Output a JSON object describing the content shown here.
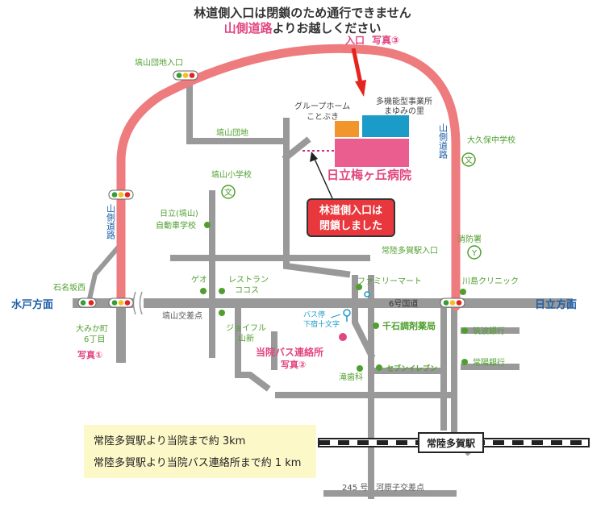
{
  "header": {
    "line1": "林道側入口は閉鎖のため通行できません",
    "line2_highlight": "山側道路",
    "line2_rest": "よりお越しください"
  },
  "entrance": {
    "label": "入口",
    "photo": "写真③"
  },
  "closed_notice": {
    "line1": "林道側入口は",
    "line2": "閉鎖しました"
  },
  "hospital": "日立梅ヶ丘病院",
  "facilities": {
    "group_home_1": "グループホーム",
    "group_home_2": "ことぶき",
    "multi_1": "多機能型事業所",
    "multi_2": "まゆみの里"
  },
  "roads": {
    "mountain_road_left": "山側道路",
    "mountain_road_right": "山側道路",
    "route6": "6号国道",
    "route245": "245 号",
    "kawarago": "河原子交差点",
    "shiroyama_junction": "塙山交差点",
    "mito": "水戸方面",
    "hitachi": "日立方面"
  },
  "places": {
    "danchi_entrance": "塙山団地入口",
    "danchi": "塙山団地",
    "school": "塙山小学校",
    "driving_1": "日立(塙山)",
    "driving_2": "自動車学校",
    "geo": "ゲオ",
    "restaurant_1": "レストラン",
    "restaurant_2": "ココス",
    "joyful_1": "ジョイフル",
    "joyful_2": "山新",
    "family_mart": "ファミリーマート",
    "bus_stop_1": "バス停",
    "bus_stop_2": "下宿十文字",
    "sengoku": "千石調剤薬局",
    "bus_office": "当院バス連絡所",
    "photo2": "写真②",
    "takishika": "滝歯科",
    "seven": "セブンイレブン",
    "tsukuba": "筑波銀行",
    "joyo": "常陽銀行",
    "kawashima": "川島クリニック",
    "fire": "消防署",
    "okubo": "大久保中学校",
    "station_entrance": "常陸多賀駅入口",
    "ishinazaka": "石名坂西",
    "omika_1": "大みか町",
    "omika_2": "6丁目",
    "photo1": "写真①",
    "station": "常陸多賀駅"
  },
  "info": {
    "line1": "常陸多賀駅より当院まで約 3km",
    "line2": "常陸多賀駅より当院バス連絡所まで約 1 km"
  },
  "colors": {
    "mountain_road": "#ee7b7d",
    "road_gray": "#999999",
    "pink": "#e2457f",
    "green": "#4f9f2e",
    "blue": "#1f5fa8",
    "red": "#e5241d",
    "orange": "#f0962a",
    "teal": "#1b9bc8",
    "pink_block": "#ea5d8f"
  }
}
